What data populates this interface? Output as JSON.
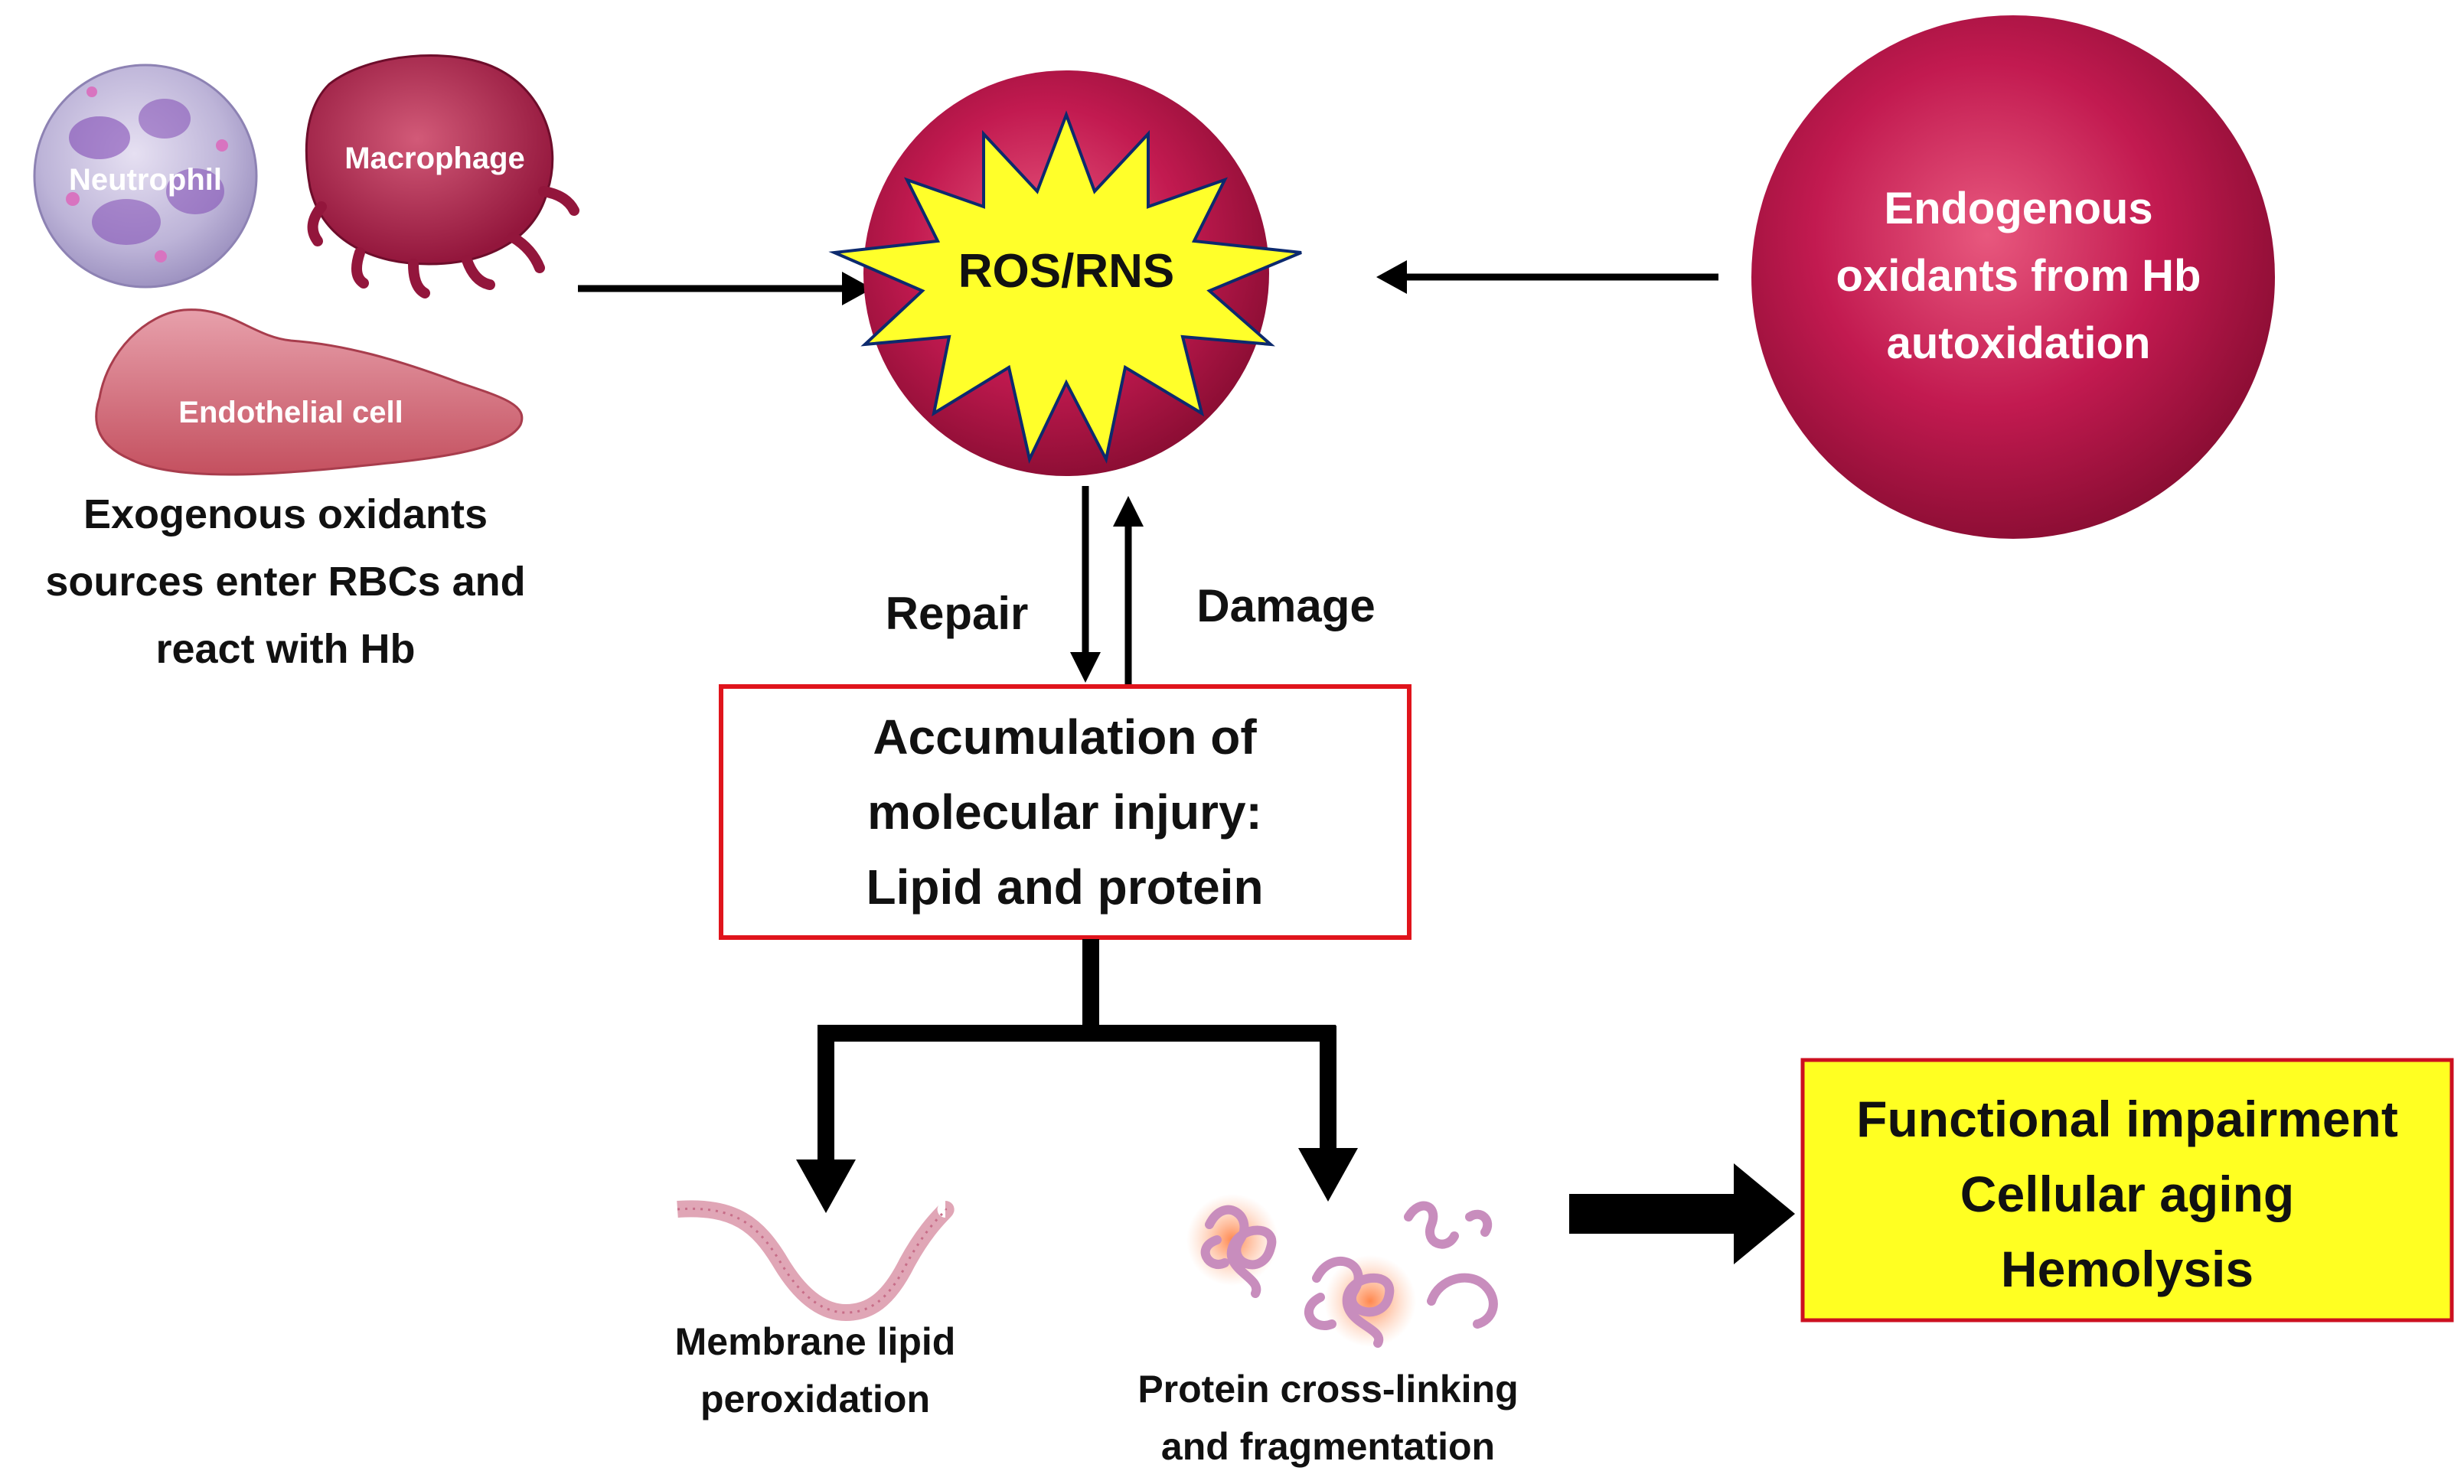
{
  "colors": {
    "rbc_red": "#b8154a",
    "rbc_dark": "#7a0a2c",
    "starburst_yellow": "#ffff2a",
    "injury_box_border": "#e0141c",
    "outcome_box_fill": "#ffff22",
    "outcome_box_border": "#cc1020",
    "arrow_black": "#000000"
  },
  "exogenous": {
    "cells": {
      "neutrophil": "Neutrophil",
      "macrophage": "Macrophage",
      "endothelial": "Endothelial cell"
    },
    "caption_lines": [
      "Exogenous oxidants",
      "sources enter RBCs and",
      "react  with Hb"
    ]
  },
  "ros": {
    "label": "ROS/RNS"
  },
  "endogenous": {
    "lines": [
      "Endogenous",
      "oxidants from Hb",
      "autoxidation"
    ]
  },
  "arrows": {
    "repair_label": "Repair",
    "damage_label": "Damage"
  },
  "injury_box": {
    "lines": [
      "Accumulation of",
      "molecular injury:",
      "Lipid and protein"
    ]
  },
  "lipid": {
    "lines": [
      "Membrane lipid",
      "peroxidation"
    ]
  },
  "protein": {
    "lines": [
      "Protein cross-linking",
      "and fragmentation"
    ]
  },
  "outcome_box": {
    "lines": [
      "Functional impairment",
      "Cellular aging",
      "Hemolysis"
    ]
  }
}
